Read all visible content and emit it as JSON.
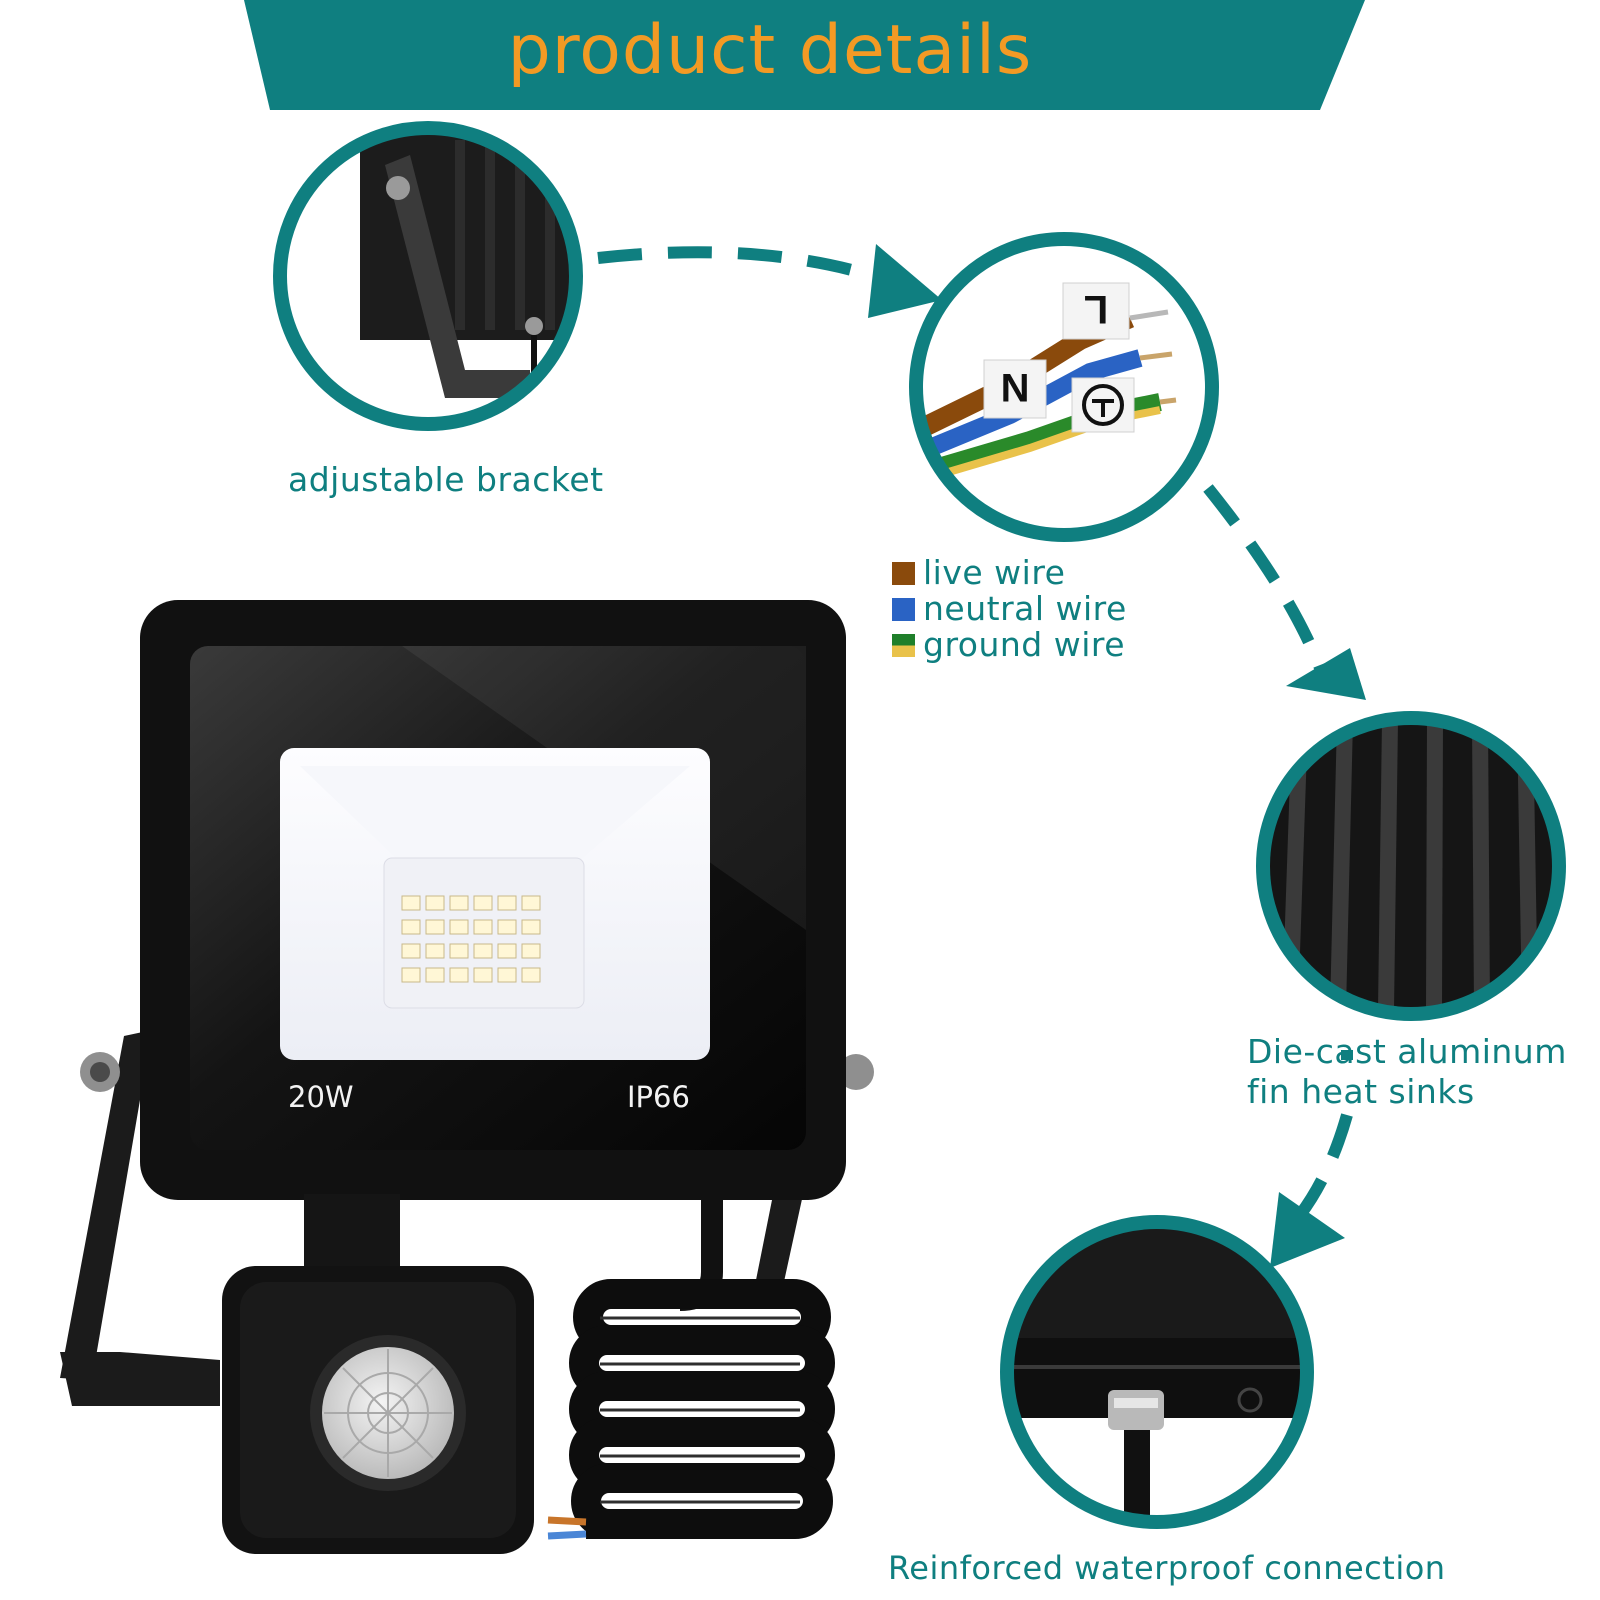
{
  "header": {
    "title": "product details"
  },
  "callouts": {
    "bracket": {
      "label": "adjustable bracket"
    },
    "heat_sink": {
      "label_line1": "Die-cast aluminum",
      "label_line2": "fin heat sinks"
    },
    "connection": {
      "label": "Reinforced waterproof connection"
    }
  },
  "wiring": {
    "terminal_labels": [
      "L",
      "N"
    ],
    "legend": [
      {
        "label": "live wire",
        "color": "#8a4a0c"
      },
      {
        "label": "neutral wire",
        "color": "#2a63c4"
      },
      {
        "label": "ground wire",
        "color": "#1f7f2a",
        "color2": "#e9c24a"
      }
    ]
  },
  "product": {
    "power": "20W",
    "rating": "IP66"
  },
  "colors": {
    "teal": "#0f7f80",
    "title_orange": "#f39a24",
    "housing_black": "#1b1b1b",
    "white": "#ffffff"
  },
  "icons": [
    "dashed-arrow-icon",
    "ground-symbol-icon",
    "pir-sensor-icon"
  ]
}
